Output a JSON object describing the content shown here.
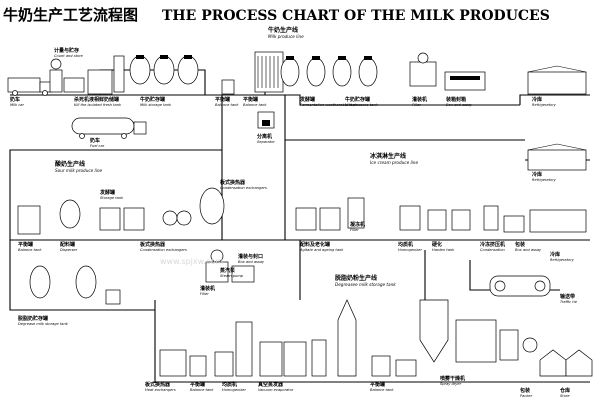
{
  "title": {
    "cn": "牛奶生产工艺流程图",
    "en": "THE PROCESS CHART OF THE MILK PRODUCES"
  },
  "lines": {
    "milk": {
      "cn": "牛奶生产线",
      "en": "Milk produce line"
    },
    "sour": {
      "cn": "酸奶生产线",
      "en": "Sour milk produce line"
    },
    "ice": {
      "cn": "冰淇淋生产线",
      "en": "Ice cream produce line"
    },
    "powder": {
      "cn": "脱脂奶粉生产线",
      "en": "Degreasee milk storage tank"
    }
  },
  "labels": {
    "milk_car": {
      "cn": "奶车",
      "en": "Milk car"
    },
    "count_store": {
      "cn": "计量与贮存",
      "en": "Count and store"
    },
    "cool_store": {
      "cn": "杀死机液相鲜奶储罐",
      "en": "Kill the isolated fresh tank"
    },
    "milk_storage": {
      "cn": "牛奶贮存罐",
      "en": "Milk storage tank"
    },
    "balance_tank": {
      "cn": "平衡罐",
      "en": "Balance tank"
    },
    "fuel_car": {
      "cn": "奶车",
      "en": "Fuel car"
    },
    "separator": {
      "cn": "分离机",
      "en": "Separator"
    },
    "balance_tank2": {
      "cn": "平衡罐",
      "en": "Balance tank"
    },
    "ferment": {
      "cn": "发酵罐",
      "en": "Fermentation weatherable tank"
    },
    "pressure_tank": {
      "cn": "牛奶贮存罐",
      "en": "UHt pressure tank"
    },
    "filler": {
      "cn": "灌装机",
      "en": "Filler"
    },
    "box_assy": {
      "cn": "装箱封箱",
      "en": "Box and assay"
    },
    "refrigerator1": {
      "cn": "冷库",
      "en": "Refrigeratory"
    },
    "refrigerator2": {
      "cn": "冷库",
      "en": "Refrigeratory"
    },
    "refrigerator3": {
      "cn": "冷库",
      "en": "Refrigeratory"
    },
    "storage_tank": {
      "cn": "发酵罐",
      "en": "Storage tank"
    },
    "homogenizer": {
      "cn": "均质机",
      "en": "Homogenizer"
    },
    "heat_exchangers": {
      "cn": "板式换热器",
      "en": "Condensation exchangers"
    },
    "condensation": {
      "cn": "板式换热器",
      "en": "Condensation exchangers"
    },
    "nasal_spray": {
      "cn": "灌装与封口",
      "en": "Box and assay"
    },
    "machine_box": {
      "cn": "灌装机",
      "en": "Filler"
    },
    "balance_tank3": {
      "cn": "平衡罐",
      "en": "Balance tank"
    },
    "disperser": {
      "cn": "配料罐",
      "en": "Disperser"
    },
    "steam_pump": {
      "cn": "蒸汽泵",
      "en": "Steam pump"
    },
    "agitator": {
      "cn": "配料及老化罐",
      "en": "Agitate and ageing tank"
    },
    "filler2": {
      "cn": "凝冻机",
      "en": "Filler"
    },
    "freezer": {
      "cn": "硬化",
      "en": "Harden tank"
    },
    "cold_plate": {
      "cn": "冷冻挤压机",
      "en": "Condensation"
    },
    "packaging": {
      "cn": "包装",
      "en": "Box and assay"
    },
    "degrease_tank": {
      "cn": "脱脂奶贮存罐",
      "en": "Degrease milk storage tank"
    },
    "evaporator": {
      "cn": "真空蒸发器",
      "en": "Vacuum evaporator"
    },
    "balance_tank4": {
      "cn": "平衡罐",
      "en": "Balance tank"
    },
    "spray_dryer": {
      "cn": "喷雾干燥机",
      "en": "Spray dryer"
    },
    "packer": {
      "cn": "包装",
      "en": "Packer"
    },
    "store": {
      "cn": "仓库",
      "en": "Store"
    },
    "heat_ex2": {
      "cn": "板式换热器",
      "en": "Heat exchangers"
    },
    "balance_tank5": {
      "cn": "平衡罐",
      "en": "Balance tank"
    },
    "homog2": {
      "cn": "均质机",
      "en": "Homogenizer"
    },
    "conveyor": {
      "cn": "输送带",
      "en": "Traffic tie"
    }
  },
  "watermark": "www.spjxw.com",
  "colors": {
    "ink": "#000000",
    "paper": "#ffffff"
  }
}
